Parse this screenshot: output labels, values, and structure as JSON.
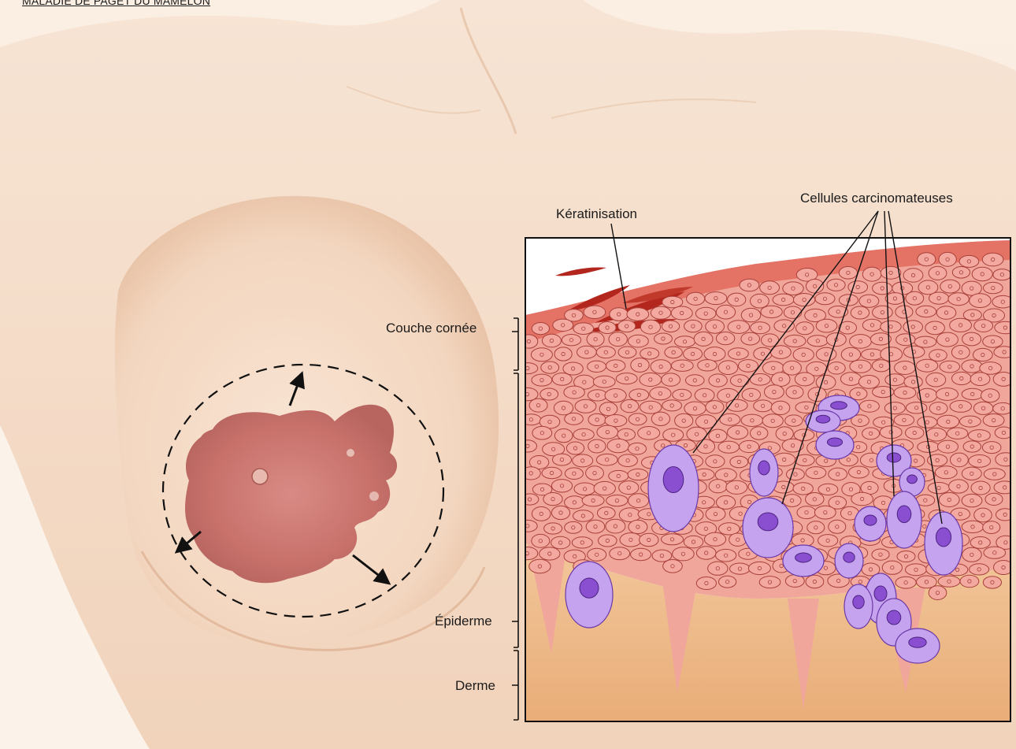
{
  "title": "MALADIE DE PAGET DU MAMELON",
  "labels": {
    "keratinisation": "Kératinisation",
    "carcinoma_cells": "Cellules carcinomateuses",
    "stratum_corneum": "Couche cornée",
    "epidermis": "Épiderme",
    "dermis": "Derme"
  },
  "colors": {
    "skin_light": "#f8e6d6",
    "skin_shadow": "#e8c2a6",
    "lesion": "#c97470",
    "normal_cell_fill": "#f3a9a0",
    "normal_cell_stroke": "#a8403a",
    "keratin": "#b3261e",
    "cancer_cell_fill": "#c6a3ef",
    "cancer_cell_nucleus": "#8a4fd0",
    "dermis": "#eeb880"
  }
}
